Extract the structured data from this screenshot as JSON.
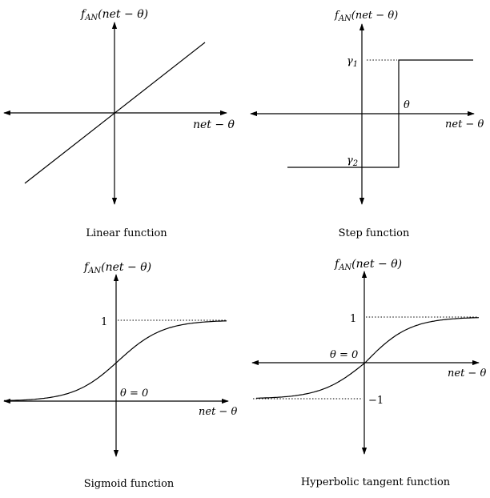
{
  "panels": [
    {
      "caption": "Linear function",
      "ylabel_main": "f",
      "ylabel_sub": "AN",
      "ylabel_arg": "(net − θ)",
      "xlabel": "net − θ"
    },
    {
      "caption": "Step function",
      "ylabel_main": "f",
      "ylabel_sub": "AN",
      "ylabel_arg": "(net − θ)",
      "xlabel": "net − θ",
      "theta_label": "θ",
      "gamma1_main": "γ",
      "gamma1_sub": "1",
      "gamma2_main": "γ",
      "gamma2_sub": "2"
    },
    {
      "caption": "Sigmoid function",
      "ylabel_main": "f",
      "ylabel_sub": "AN",
      "ylabel_arg": "(net − θ)",
      "xlabel": "net − θ",
      "one_label": "1",
      "theta_label": "θ = 0"
    },
    {
      "caption": "Hyperbolic tangent function",
      "ylabel_main": "f",
      "ylabel_sub": "AN",
      "ylabel_arg": "(net − θ)",
      "xlabel": "net − θ",
      "one_label": "1",
      "minus_one_label": "−1",
      "theta_label": "θ = 0"
    }
  ]
}
